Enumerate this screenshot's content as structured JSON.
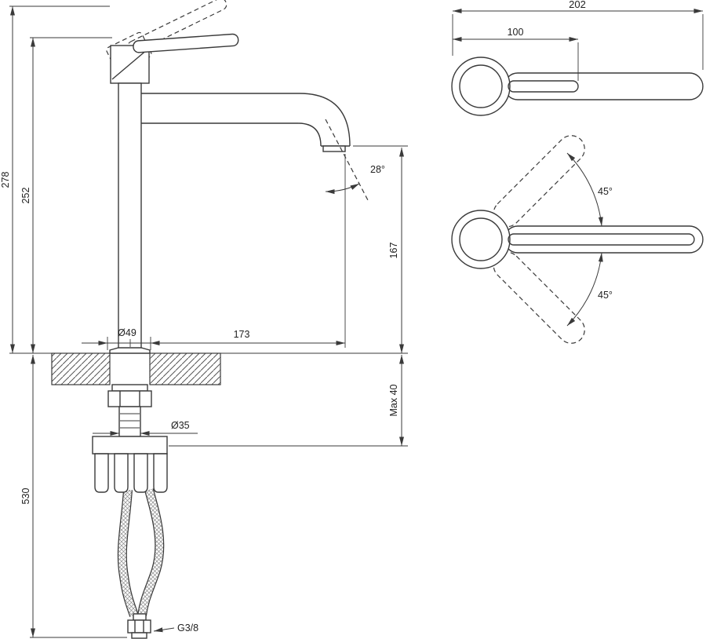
{
  "colors": {
    "line": "#3a3a3a",
    "text": "#222222",
    "background": "#ffffff"
  },
  "side_view": {
    "dims": {
      "total_height": "278",
      "body_height": "252",
      "under_height": "530",
      "spout_height": "167",
      "spout_reach": "173",
      "base_diameter": "Ø49",
      "shank_diameter": "Ø35",
      "max_deck": "Max 40",
      "spout_angle": "28°",
      "connection": "G3/8"
    }
  },
  "top_view": {
    "dims": {
      "total_length": "202",
      "handle_length": "100",
      "swing_up": "45°",
      "swing_down": "45°"
    }
  }
}
